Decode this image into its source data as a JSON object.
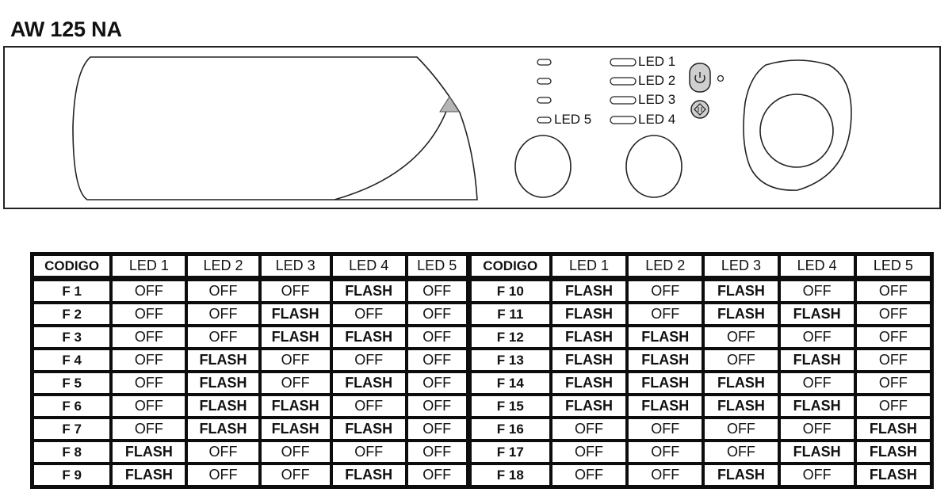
{
  "title": "AW 125 NA",
  "panel": {
    "left_leds": [
      "",
      "",
      "",
      "LED 5"
    ],
    "right_leds": [
      "LED 1",
      "LED 2",
      "LED 3",
      "LED 4"
    ],
    "icons": [
      "power-icon",
      "start-pause-icon"
    ]
  },
  "table": {
    "headers": [
      "CODIGO",
      "LED 1",
      "LED 2",
      "LED 3",
      "LED 4",
      "LED 5"
    ],
    "left_rows": [
      {
        "code": "F 1",
        "leds": [
          "OFF",
          "OFF",
          "OFF",
          "FLASH",
          "OFF"
        ]
      },
      {
        "code": "F 2",
        "leds": [
          "OFF",
          "OFF",
          "FLASH",
          "OFF",
          "OFF"
        ]
      },
      {
        "code": "F 3",
        "leds": [
          "OFF",
          "OFF",
          "FLASH",
          "FLASH",
          "OFF"
        ]
      },
      {
        "code": "F 4",
        "leds": [
          "OFF",
          "FLASH",
          "OFF",
          "OFF",
          "OFF"
        ]
      },
      {
        "code": "F 5",
        "leds": [
          "OFF",
          "FLASH",
          "OFF",
          "FLASH",
          "OFF"
        ]
      },
      {
        "code": "F 6",
        "leds": [
          "OFF",
          "FLASH",
          "FLASH",
          "OFF",
          "OFF"
        ]
      },
      {
        "code": "F 7",
        "leds": [
          "OFF",
          "FLASH",
          "FLASH",
          "FLASH",
          "OFF"
        ]
      },
      {
        "code": "F 8",
        "leds": [
          "FLASH",
          "OFF",
          "OFF",
          "OFF",
          "OFF"
        ]
      },
      {
        "code": "F 9",
        "leds": [
          "FLASH",
          "OFF",
          "OFF",
          "FLASH",
          "OFF"
        ]
      }
    ],
    "right_rows": [
      {
        "code": "F 10",
        "leds": [
          "FLASH",
          "OFF",
          "FLASH",
          "OFF",
          "OFF"
        ]
      },
      {
        "code": "F 11",
        "leds": [
          "FLASH",
          "OFF",
          "FLASH",
          "FLASH",
          "OFF"
        ]
      },
      {
        "code": "F 12",
        "leds": [
          "FLASH",
          "FLASH",
          "OFF",
          "OFF",
          "OFF"
        ]
      },
      {
        "code": "F 13",
        "leds": [
          "FLASH",
          "FLASH",
          "OFF",
          "FLASH",
          "OFF"
        ]
      },
      {
        "code": "F 14",
        "leds": [
          "FLASH",
          "FLASH",
          "FLASH",
          "OFF",
          "OFF"
        ]
      },
      {
        "code": "F 15",
        "leds": [
          "FLASH",
          "FLASH",
          "FLASH",
          "FLASH",
          "OFF"
        ]
      },
      {
        "code": "F 16",
        "leds": [
          "OFF",
          "OFF",
          "OFF",
          "OFF",
          "FLASH"
        ]
      },
      {
        "code": "F 17",
        "leds": [
          "OFF",
          "OFF",
          "OFF",
          "FLASH",
          "FLASH"
        ]
      },
      {
        "code": "F 18",
        "leds": [
          "OFF",
          "OFF",
          "FLASH",
          "OFF",
          "FLASH"
        ]
      }
    ]
  }
}
